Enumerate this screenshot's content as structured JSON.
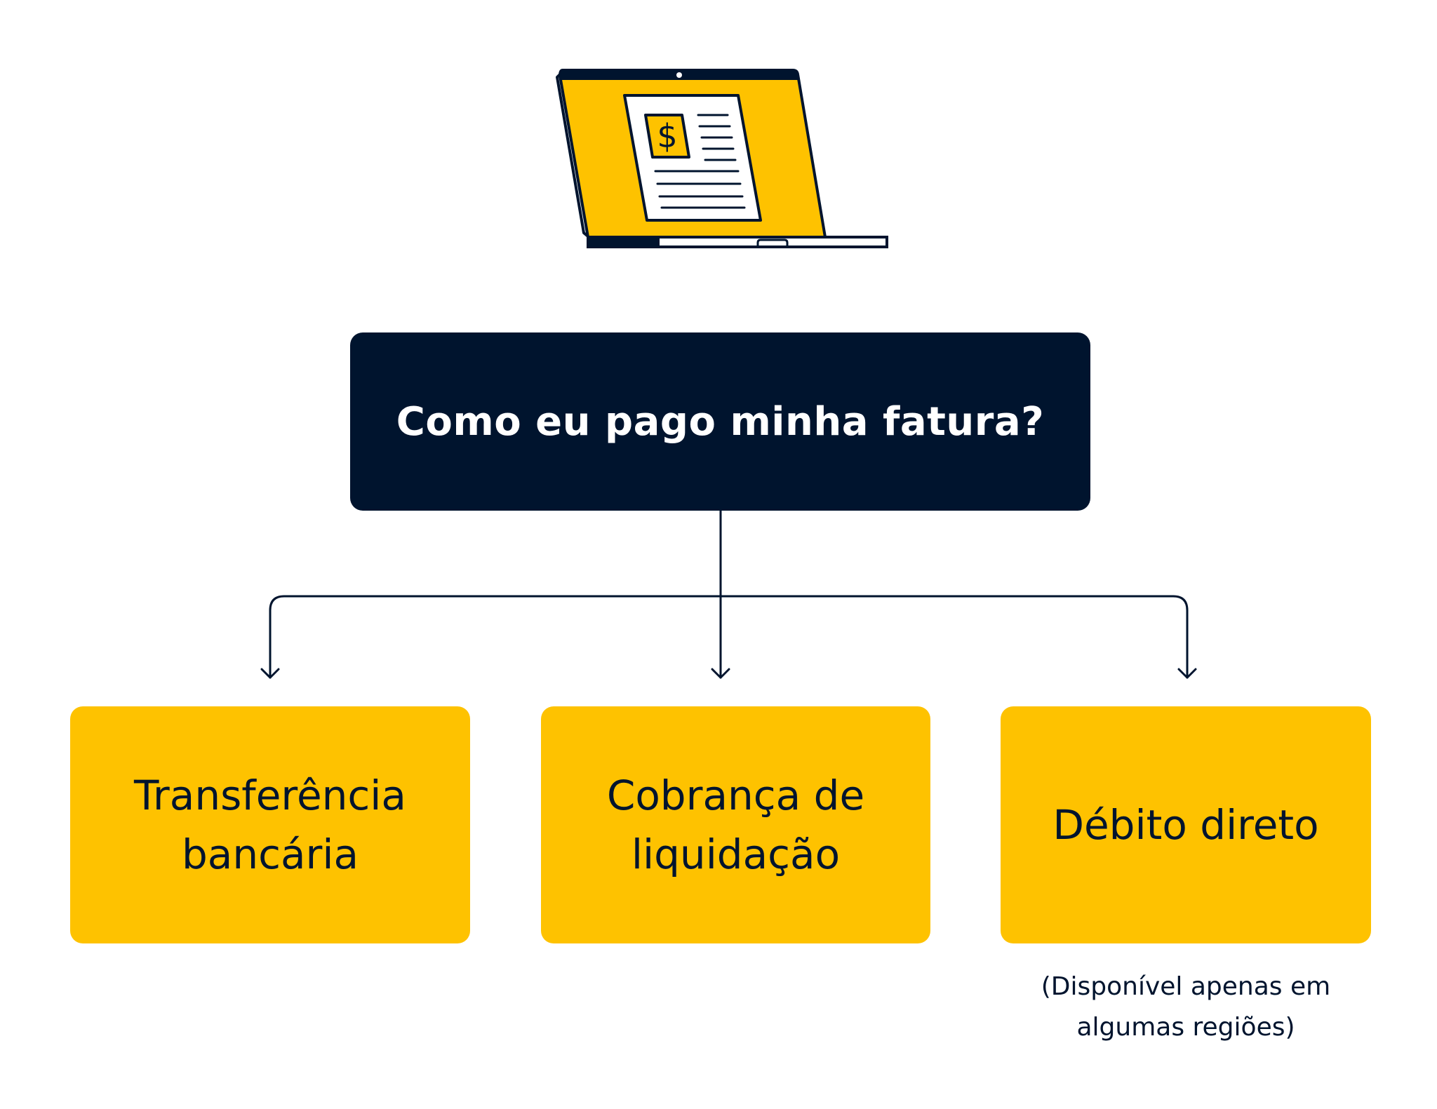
{
  "question": "Como eu pago minha fatura?",
  "options": [
    {
      "label": "Transferência\nbancária"
    },
    {
      "label": "Cobrança de\nliquidação"
    },
    {
      "label": "Débito direto"
    }
  ],
  "footnote": "(Disponível apenas em\nalgumas regiões)",
  "colors": {
    "navy": "#00142e",
    "yellow": "#fec200",
    "white": "#ffffff"
  },
  "icons": {
    "laptop": "laptop-invoice-icon",
    "currency": "dollar-sign"
  }
}
